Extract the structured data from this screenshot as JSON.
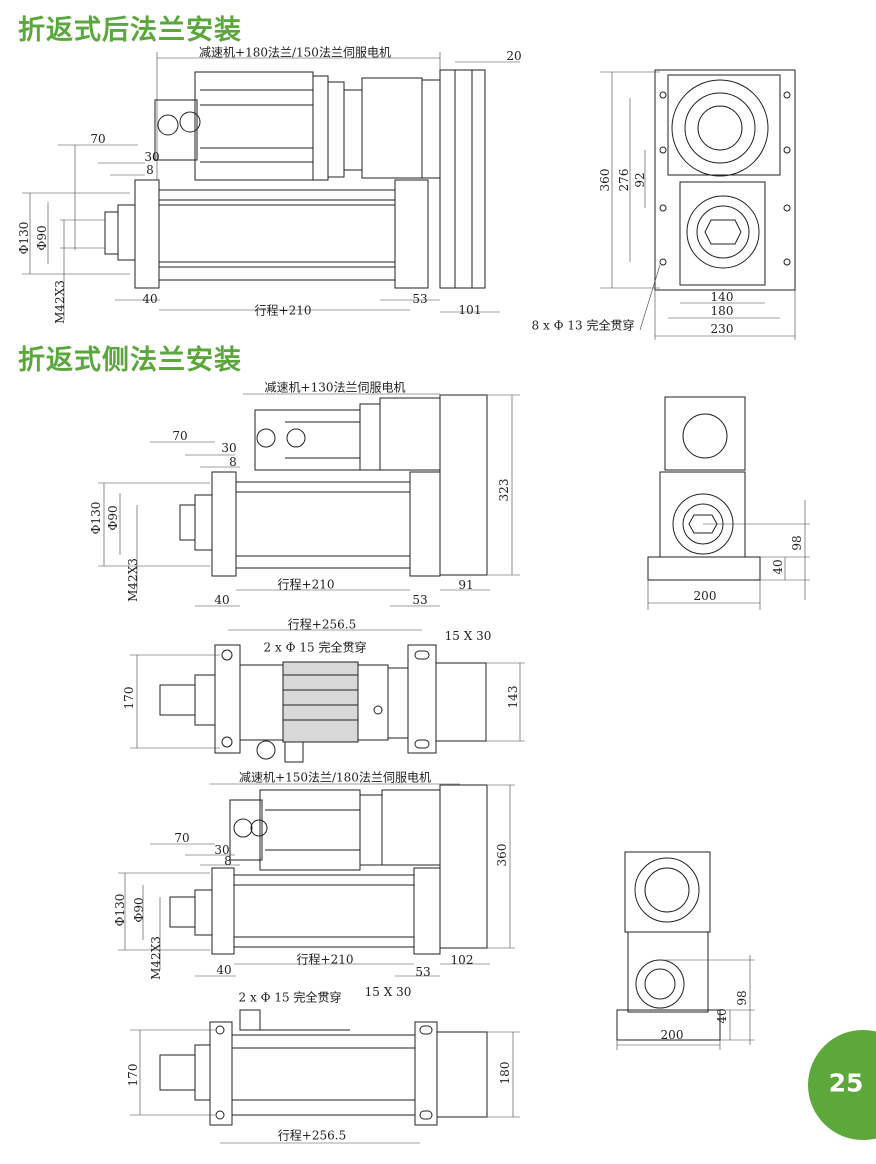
{
  "sections": [
    {
      "title": "折返式后法兰安装",
      "side": {
        "motor_label": "减速机+180法兰/150法兰伺服电机",
        "d20": "20",
        "d70": "70",
        "d30": "30",
        "d8": "8",
        "dia130": "Ф130",
        "dia90": "Ф90",
        "thread": "M42X3",
        "d40": "40",
        "stroke": "行程+210",
        "d53": "53",
        "d101": "101"
      },
      "end": {
        "h360": "360",
        "h276": "276",
        "h92": "92",
        "w140": "140",
        "w180": "180",
        "w230": "230",
        "holes": "8 x Ф 13 完全贯穿"
      }
    },
    {
      "title": "折返式侧法兰安装",
      "side": {
        "motor_label": "减速机+130法兰伺服电机",
        "d70": "70",
        "d30": "30",
        "d8": "8",
        "dia130": "Ф130",
        "dia90": "Ф90",
        "thread": "M42X3",
        "d40": "40",
        "stroke": "行程+210",
        "d53": "53",
        "d91": "91",
        "h323": "323"
      },
      "end": {
        "h98": "98",
        "h40": "40",
        "w200": "200"
      },
      "top": {
        "stroke": "行程+256.5",
        "holes": "2 x Ф 15 完全贯穿",
        "slot": "15 X 30",
        "h170": "170",
        "h143": "143"
      }
    },
    {
      "side": {
        "motor_label": "减速机+150法兰/180法兰伺服电机",
        "d70": "70",
        "d30": "30",
        "d8": "8",
        "dia130": "Ф130",
        "dia90": "Ф90",
        "thread": "M42X3",
        "d40": "40",
        "stroke": "行程+210",
        "d53": "53",
        "d102": "102",
        "h360": "360"
      },
      "end": {
        "h98": "98",
        "h40": "40",
        "w200": "200"
      },
      "top": {
        "holes": "2 x Ф 15 完全贯穿",
        "slot": "15 X 30",
        "h170": "170",
        "h180": "180",
        "stroke": "行程+256.5"
      }
    }
  ],
  "page_number": "25",
  "colors": {
    "accent": "#5aa83c"
  }
}
